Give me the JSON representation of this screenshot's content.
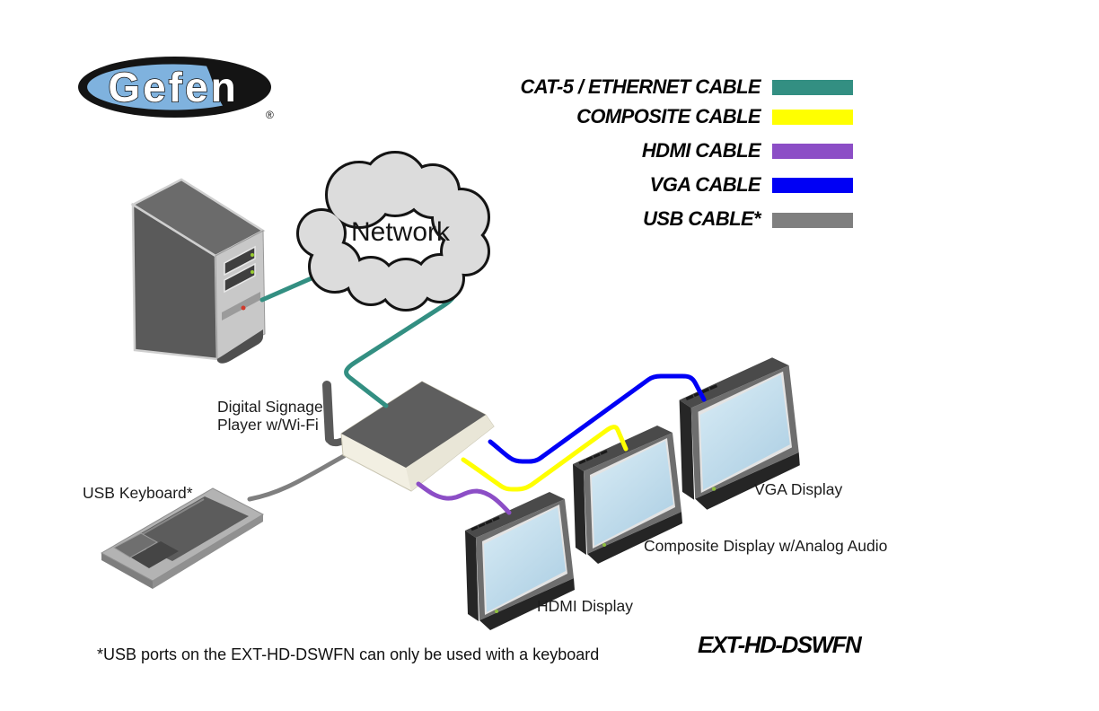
{
  "logo": {
    "brand": "Gefen",
    "registered": "®"
  },
  "legend": {
    "items": [
      {
        "label": "CAT-5 / ETHERNET CABLE",
        "color": "#338F82"
      },
      {
        "label": "COMPOSITE CABLE",
        "color": "#FFFF00"
      },
      {
        "label": "HDMI CABLE",
        "color": "#8C4EC6"
      },
      {
        "label": "VGA CABLE",
        "color": "#0000F5"
      },
      {
        "label": "USB CABLE*",
        "color": "#7F7F7F"
      }
    ]
  },
  "nodes": {
    "network": {
      "label": "Network"
    },
    "player": {
      "label_lines": [
        "Digital Signage",
        "Player w/Wi-Fi"
      ]
    },
    "keyboard": {
      "label": "USB Keyboard*"
    },
    "displays": {
      "hdmi": {
        "label": "HDMI Display"
      },
      "composite": {
        "label": "Composite Display w/Analog Audio"
      },
      "vga": {
        "label": "VGA Display"
      }
    }
  },
  "footnote": "*USB ports on the EXT-HD-DSWFN can only be used with a keyboard",
  "model": "EXT-HD-DSWFN"
}
